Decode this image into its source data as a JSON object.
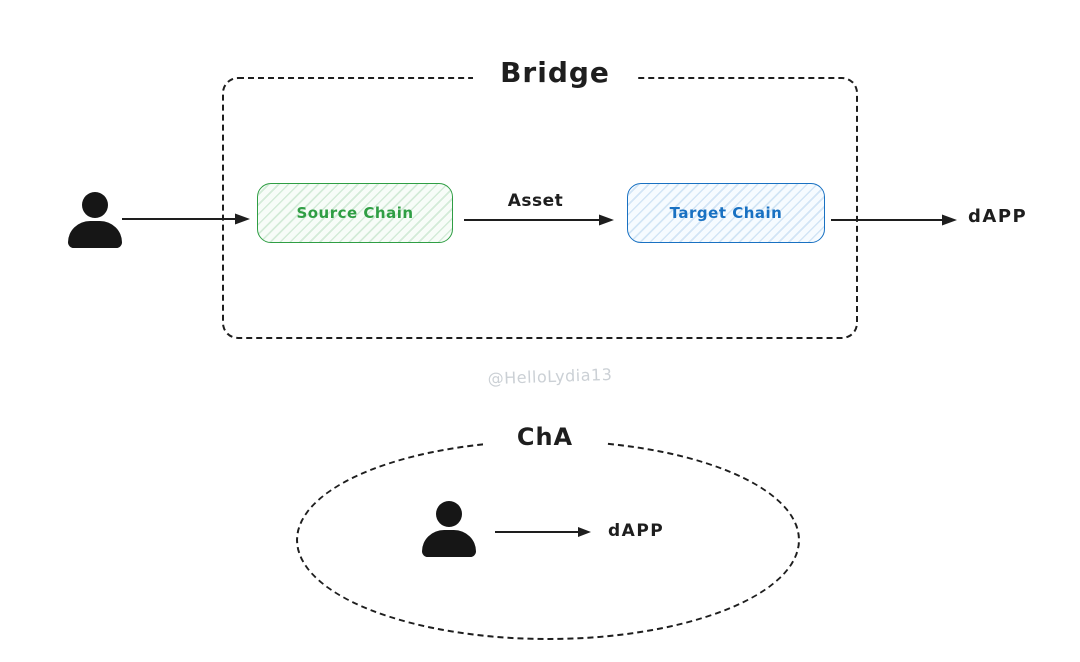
{
  "canvas": {
    "background": "#ffffff"
  },
  "colors": {
    "stroke": "#1e1e1e",
    "green": "#2f9e44",
    "green_fill_hatch": "#d9f2de",
    "blue": "#1971c2",
    "blue_fill_hatch": "#d6e9f8",
    "watermark": "#cbd0d5"
  },
  "icons": {
    "user": "person-icon"
  },
  "watermark": {
    "text": "@HelloLydia13"
  },
  "bridge_diagram": {
    "title": "Bridge",
    "nodes": [
      {
        "label": "Source Chain",
        "color": "#2f9e44"
      },
      {
        "label": "Target Chain",
        "color": "#1971c2"
      }
    ],
    "arrows": [
      {
        "from": "user",
        "to": "Source Chain",
        "label": ""
      },
      {
        "from": "Source Chain",
        "to": "Target Chain",
        "label": "Asset"
      },
      {
        "from": "Target Chain",
        "to": "dAPP",
        "label": ""
      }
    ],
    "output_label": "dAPP"
  },
  "cha_diagram": {
    "title": "ChA",
    "arrows": [
      {
        "from": "user",
        "to": "dAPP",
        "label": ""
      }
    ],
    "output_label": "dAPP"
  }
}
